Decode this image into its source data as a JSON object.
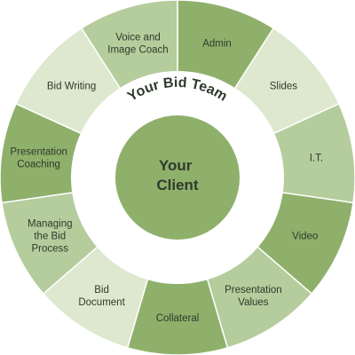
{
  "diagram": {
    "center_label": [
      "Your",
      "Client"
    ],
    "ring_label": "Your Bid Team",
    "colors": {
      "dark": "#8fb06b",
      "mid": "#b5cc9c",
      "light": "#dde8cf",
      "center": "#8fb06b",
      "white_ring": "#ffffff",
      "text": "#2f3a2c"
    },
    "segments": [
      {
        "lines": [
          "Admin"
        ],
        "shade": "dark"
      },
      {
        "lines": [
          "Slides"
        ],
        "shade": "light"
      },
      {
        "lines": [
          "I.T."
        ],
        "shade": "mid"
      },
      {
        "lines": [
          "Video"
        ],
        "shade": "dark"
      },
      {
        "lines": [
          "Presentation",
          "Values"
        ],
        "shade": "mid"
      },
      {
        "lines": [
          "Collateral"
        ],
        "shade": "dark"
      },
      {
        "lines": [
          "Bid",
          "Document"
        ],
        "shade": "light"
      },
      {
        "lines": [
          "Managing",
          "the Bid",
          "Process"
        ],
        "shade": "mid"
      },
      {
        "lines": [
          "Presentation",
          "Coaching"
        ],
        "shade": "dark"
      },
      {
        "lines": [
          "Bid Writing"
        ],
        "shade": "light"
      },
      {
        "lines": [
          "Voice and",
          "Image Coach"
        ],
        "shade": "mid"
      }
    ]
  }
}
